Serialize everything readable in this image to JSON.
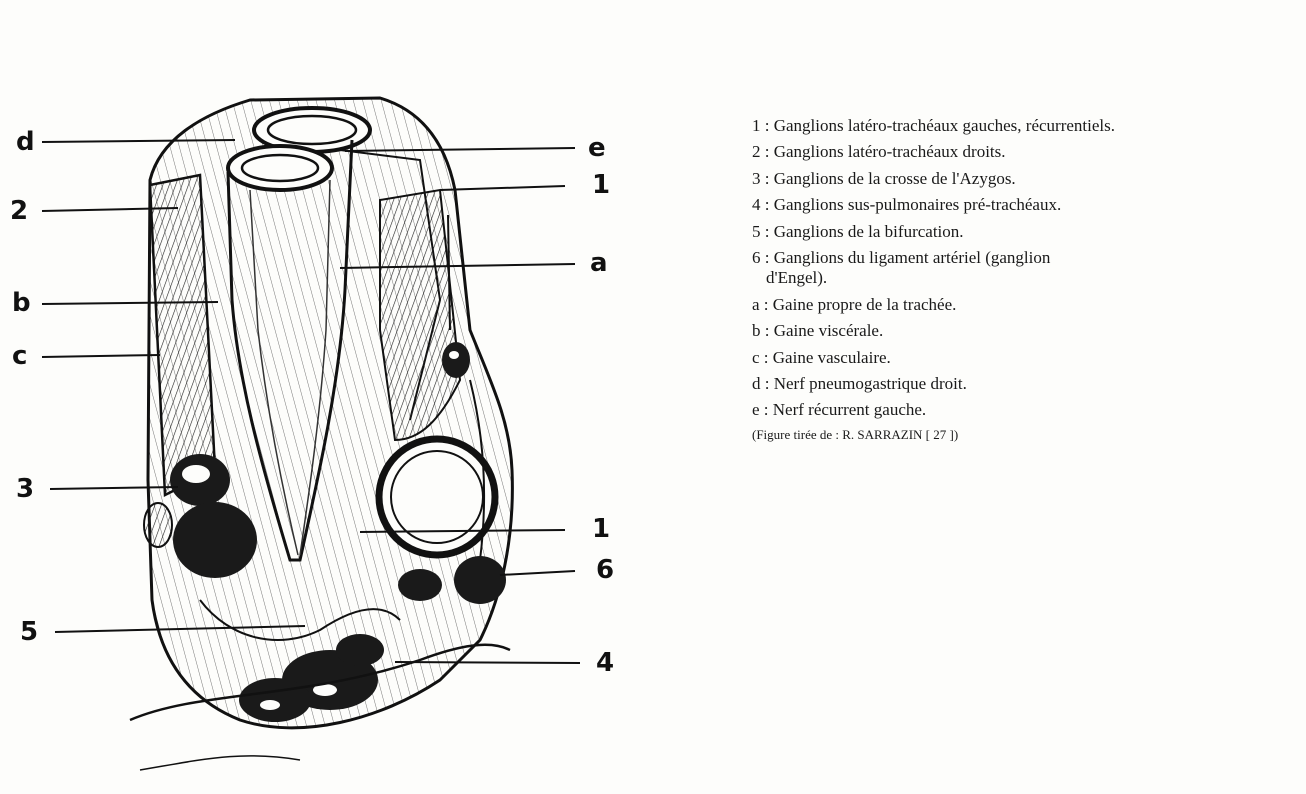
{
  "figure": {
    "labels_left": [
      "d",
      "2",
      "b",
      "c",
      "3",
      "5"
    ],
    "labels_right": [
      "e",
      "1",
      "a",
      "1",
      "6",
      "4"
    ]
  },
  "legend": {
    "separator": " : ",
    "items": [
      {
        "key": "1",
        "text": "Ganglions latéro-trachéaux gauches, récurrentiels."
      },
      {
        "key": "2",
        "text": "Ganglions latéro-trachéaux droits."
      },
      {
        "key": "3",
        "text": "Ganglions de la crosse de l'Azygos."
      },
      {
        "key": "4",
        "text": "Ganglions sus-pulmonaires pré-trachéaux."
      },
      {
        "key": "5",
        "text": "Ganglions de la bifurcation."
      },
      {
        "key": "6",
        "text": "Ganglions du ligament artériel (ganglion",
        "continuation": "d'Engel)."
      },
      {
        "key": "a",
        "text": "Gaine propre de la trachée."
      },
      {
        "key": "b",
        "text": "Gaine viscérale."
      },
      {
        "key": "c",
        "text": "Gaine vasculaire."
      },
      {
        "key": "d",
        "text": "Nerf pneumogastrique droit."
      },
      {
        "key": "e",
        "text": "Nerf récurrent gauche."
      }
    ],
    "credit": "(Figure tirée de : R. SARRAZIN [ 27 ])"
  }
}
